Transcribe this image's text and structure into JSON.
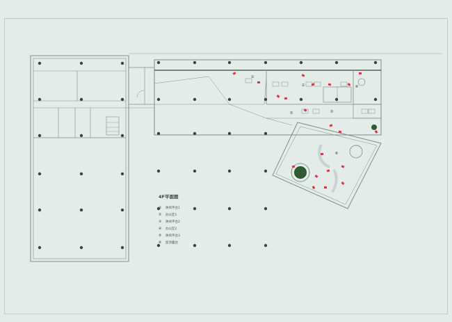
{
  "title": "4F平面图",
  "legend": [
    {
      "marker": "①",
      "label": "休闲平台1"
    },
    {
      "marker": "②",
      "label": "办公区1"
    },
    {
      "marker": "③",
      "label": "休闲平台2"
    },
    {
      "marker": "④",
      "label": "办公区2"
    },
    {
      "marker": "⑤",
      "label": "休闲平台3"
    },
    {
      "marker": "⑥",
      "label": "屋顶露台"
    }
  ],
  "room_markers": [
    "①",
    "②",
    "③",
    "④",
    "⑤",
    "⑥"
  ],
  "colors": {
    "background": "#e4ecea",
    "wall": "#7e8a88",
    "column": "#3c4443",
    "furniture_accent": "#d9353f",
    "planting": "#2f5a33"
  }
}
